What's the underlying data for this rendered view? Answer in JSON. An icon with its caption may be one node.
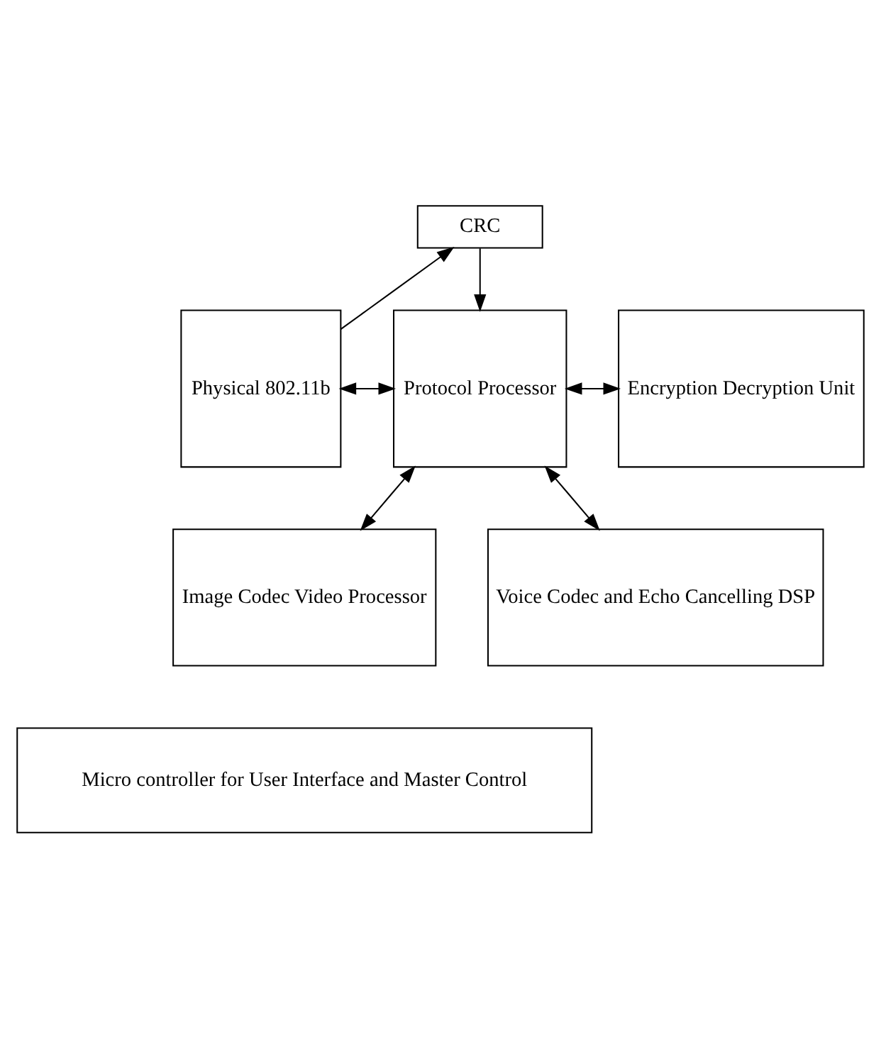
{
  "diagram": {
    "nodes": [
      {
        "text": [
          "CRC"
        ]
      },
      {
        "text": [
          "Physical 802.11b"
        ]
      },
      {
        "text": [
          "Protocol Processor"
        ]
      },
      {
        "text": [
          "Encryption Decryption Unit"
        ]
      },
      {
        "text": [
          "Image Codec Video Processor"
        ]
      },
      {
        "text": [
          "Voice Codec and Echo Cancelling DSP"
        ]
      },
      {
        "text": [
          "Micro controller for User Interface and Master Control"
        ]
      }
    ],
    "edges": [
      {
        "from": 0,
        "to": 2,
        "arrow": "to"
      },
      {
        "from": 1,
        "to": 2,
        "arrow": "both"
      },
      {
        "from": 1,
        "to": 0,
        "arrow": "to"
      },
      {
        "from": 2,
        "to": 3,
        "arrow": "both"
      },
      {
        "from": 2,
        "to": 4,
        "arrow": "both"
      },
      {
        "from": 2,
        "to": 5,
        "arrow": "both"
      }
    ]
  }
}
